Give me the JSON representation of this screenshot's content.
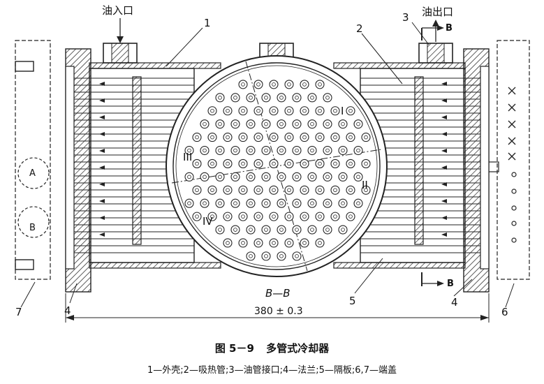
{
  "diagram": {
    "labels": {
      "oil_inlet": "油入口",
      "oil_outlet": "油出口",
      "section_mark": "B",
      "section_view": "B—B",
      "dimension": "380 ± 0.3",
      "detail_a": "A",
      "detail_b": "B",
      "zone_1": "I",
      "zone_2": "II",
      "zone_3": "III",
      "zone_4": "IV",
      "callouts": [
        "1",
        "2",
        "3",
        "4",
        "4",
        "5",
        "6",
        "7"
      ]
    },
    "caption": {
      "figure_number": "图 5－9",
      "title": "多管式冷却器",
      "legend": "1—外壳;2—吸热管;3—油管接口;4—法兰;5—隔板;6,7—端盖"
    }
  }
}
